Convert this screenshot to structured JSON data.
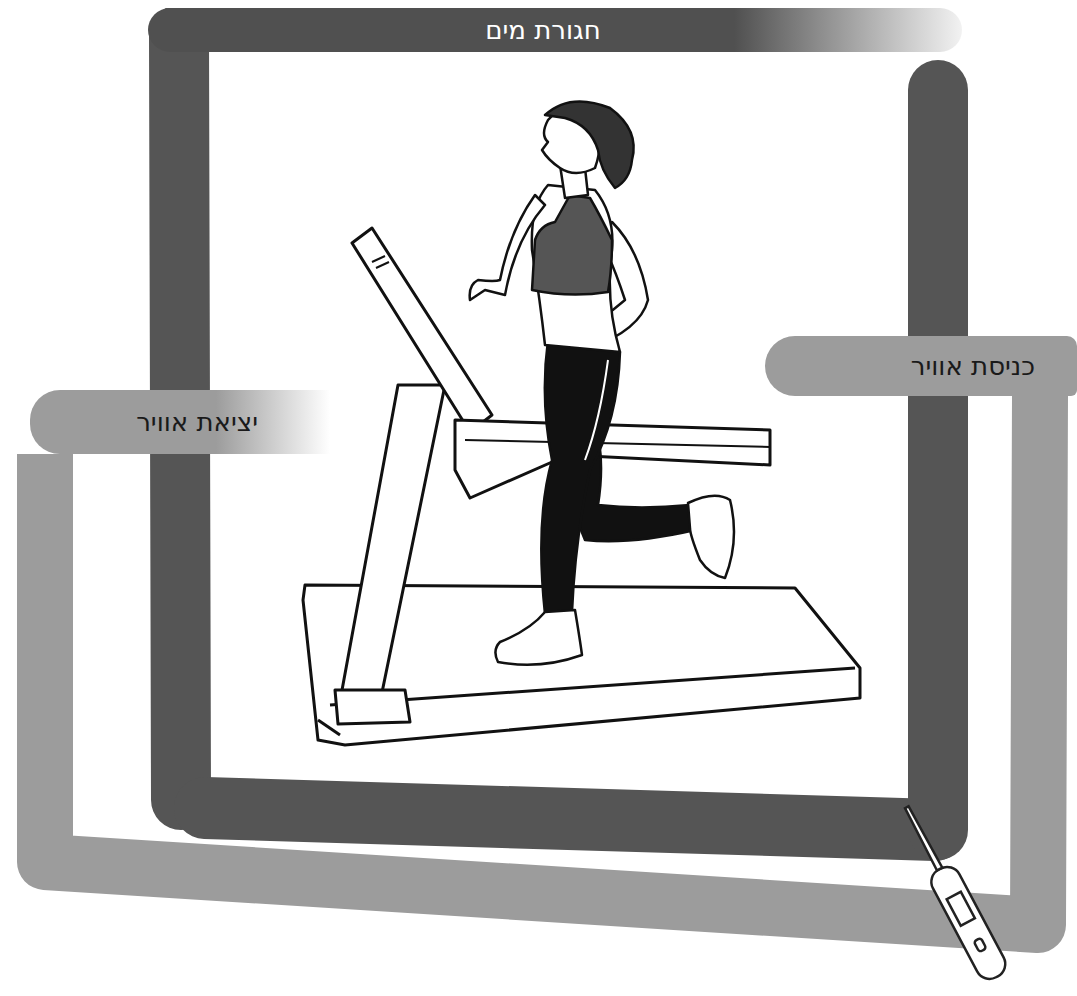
{
  "diagram": {
    "nodes": [
      {
        "text": [
          "חגורת מים"
        ]
      },
      {
        "text": [
          "כניסת אוויר"
        ]
      },
      {
        "text": [
          "יציאת אוויר"
        ]
      }
    ],
    "edges": [
      {
        "from": 1,
        "to": 2,
        "arrow": "none"
      }
    ]
  }
}
